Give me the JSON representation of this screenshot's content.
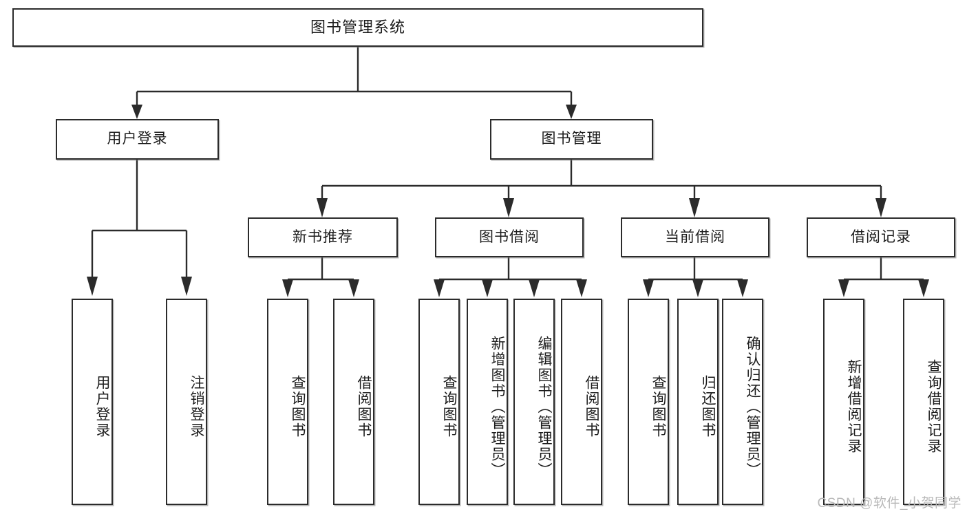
{
  "diagram": {
    "type": "tree",
    "title": "图书管理系统",
    "root": {
      "label": "图书管理系统"
    },
    "level1": [
      {
        "label": "用户登录"
      },
      {
        "label": "图书管理"
      }
    ],
    "level2": [
      {
        "label": "新书推荐"
      },
      {
        "label": "图书借阅"
      },
      {
        "label": "当前借阅"
      },
      {
        "label": "借阅记录"
      }
    ],
    "leaves": {
      "user_login": [
        {
          "label": "用户登录"
        },
        {
          "label": "注销登录"
        }
      ],
      "new_book_recommend": [
        {
          "label": "查询图书"
        },
        {
          "label": "借阅图书"
        }
      ],
      "book_borrow": [
        {
          "label": "查询图书"
        },
        {
          "label": "新增图书（管理员）"
        },
        {
          "label": "编辑图书（管理员）"
        },
        {
          "label": "借阅图书"
        }
      ],
      "current_borrow": [
        {
          "label": "查询图书"
        },
        {
          "label": "归还图书"
        },
        {
          "label": "确认归还（管理员）"
        }
      ],
      "borrow_record": [
        {
          "label": "新增借阅记录"
        },
        {
          "label": "查询借阅记录"
        }
      ]
    }
  },
  "watermark": {
    "text": "CSDN @软件_小贺同学"
  },
  "colors": {
    "stroke": "#2b2b2b",
    "fill": "#ffffff",
    "text": "#1c1c1c",
    "watermark": "#b9b9b9"
  }
}
